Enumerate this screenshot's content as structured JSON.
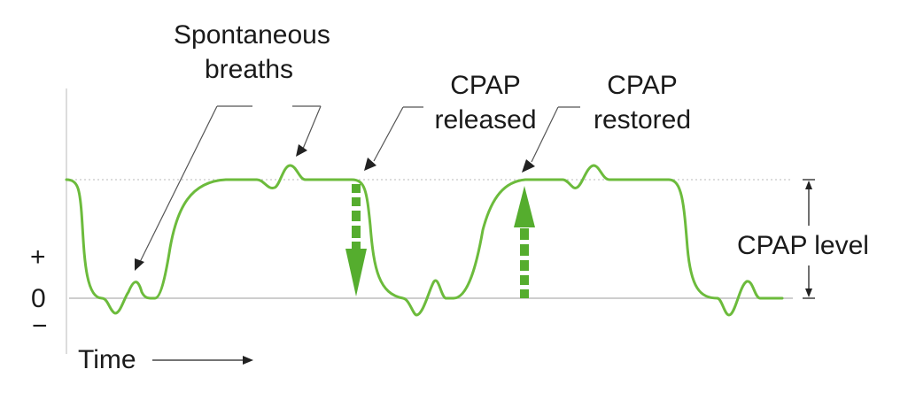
{
  "annotations": {
    "spontaneous_line1": "Spontaneous",
    "spontaneous_line2": "breaths",
    "released_line1": "CPAP",
    "released_line2": "released",
    "restored_line1": "CPAP",
    "restored_line2": "restored",
    "cpap_level": "CPAP level"
  },
  "axis": {
    "plus": "+",
    "zero": "0",
    "minus": "−",
    "time": "Time"
  },
  "colors": {
    "waveform": "#6cbb3c",
    "arrow": "#55ad2e",
    "baseline": "#bdbdbd",
    "text": "#1a1a1a"
  }
}
